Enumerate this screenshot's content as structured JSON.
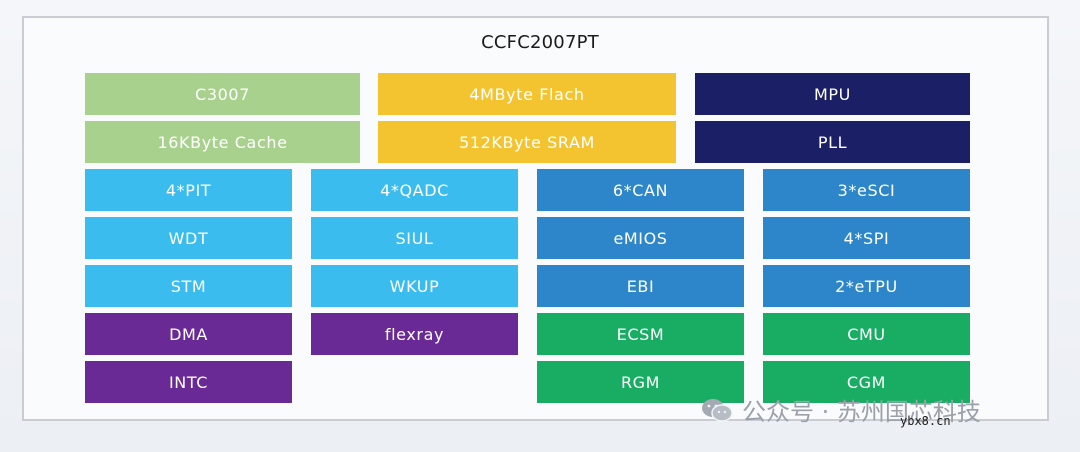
{
  "title": "CCFC2007PT",
  "colors": {
    "light_green": "#a9d18e",
    "yellow": "#f4c430",
    "navy": "#1b1f66",
    "sky_blue": "#3bbcee",
    "steel_blue": "#2d86c9",
    "purple": "#6a2a96",
    "green": "#18ad63"
  },
  "blocks": {
    "core": "C3007",
    "cache": "16KByte Cache",
    "flash": "4MByte Flach",
    "sram": "512KByte SRAM",
    "mpu": "MPU",
    "pll": "PLL",
    "pit": "4*PIT",
    "wdt": "WDT",
    "stm": "STM",
    "dma": "DMA",
    "intc": "INTC",
    "qadc": "4*QADC",
    "siul": "SIUL",
    "wkup": "WKUP",
    "flexray": "flexray",
    "can": "6*CAN",
    "emios": "eMIOS",
    "ebi": "EBI",
    "ecsm": "ECSM",
    "rgm": "RGM",
    "esci": "3*eSCI",
    "spi": "4*SPI",
    "etpu": "2*eTPU",
    "cmu": "CMU",
    "cgm": "CGM"
  },
  "watermark": {
    "icon": "wechat-icon",
    "text": "公众号 · 苏州国芯科技",
    "site": "ybx8.cn"
  }
}
